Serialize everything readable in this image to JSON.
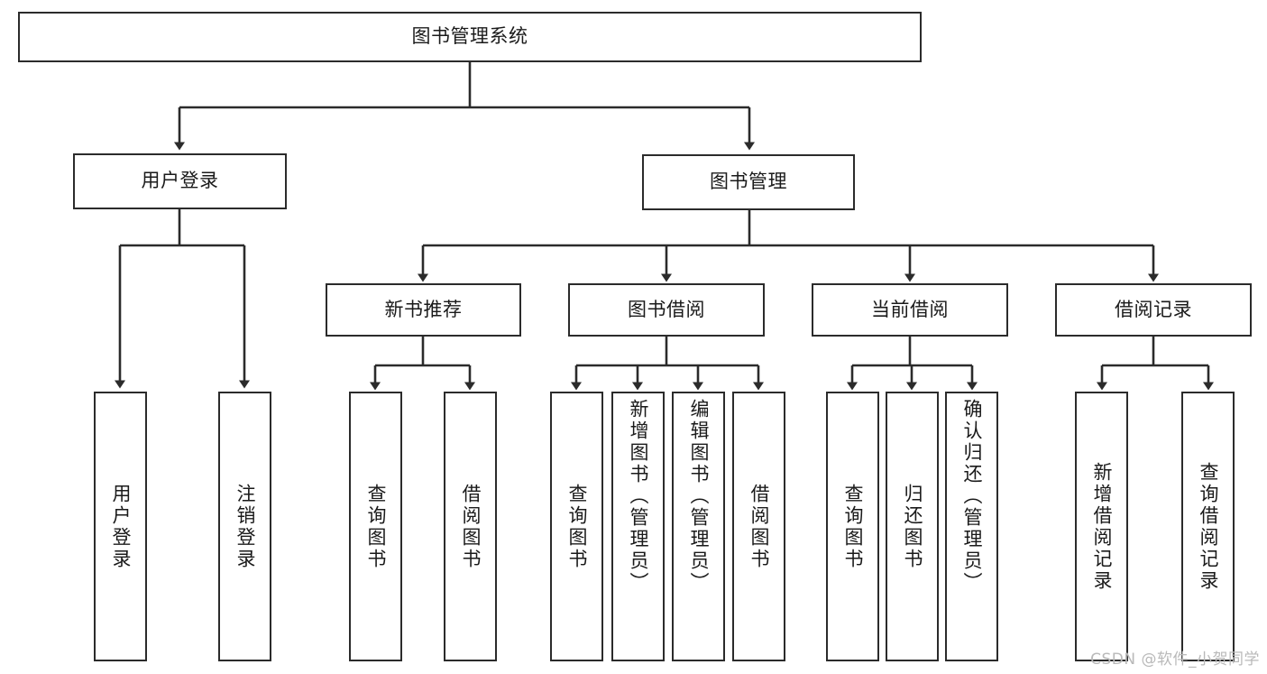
{
  "diagram": {
    "type": "tree-flowchart",
    "title": "图书管理系统",
    "stroke_color": "#2b2b2b",
    "fill_color": "#ffffff",
    "text_color": "#1a1a1a",
    "root": {
      "label": "图书管理系统"
    },
    "level2": [
      {
        "label": "用户登录"
      },
      {
        "label": "图书管理"
      }
    ],
    "level3": [
      {
        "label": "新书推荐"
      },
      {
        "label": "图书借阅"
      },
      {
        "label": "当前借阅"
      },
      {
        "label": "借阅记录"
      }
    ],
    "leaves": {
      "user_login": [
        {
          "label": "用户登录"
        },
        {
          "label": "注销登录"
        }
      ],
      "new_book": [
        {
          "label": "查询图书"
        },
        {
          "label": "借阅图书"
        }
      ],
      "book_borrow": [
        {
          "label": "查询图书"
        },
        {
          "label": "新增图书（管理员）"
        },
        {
          "label": "编辑图书（管理员）"
        },
        {
          "label": "借阅图书"
        }
      ],
      "current_borrow": [
        {
          "label": "查询图书"
        },
        {
          "label": "归还图书"
        },
        {
          "label": "确认归还（管理员）"
        }
      ],
      "borrow_record": [
        {
          "label": "新增借阅记录"
        },
        {
          "label": "查询借阅记录"
        }
      ]
    }
  },
  "watermark": {
    "text": "CSDN @软件_小贺同学"
  }
}
